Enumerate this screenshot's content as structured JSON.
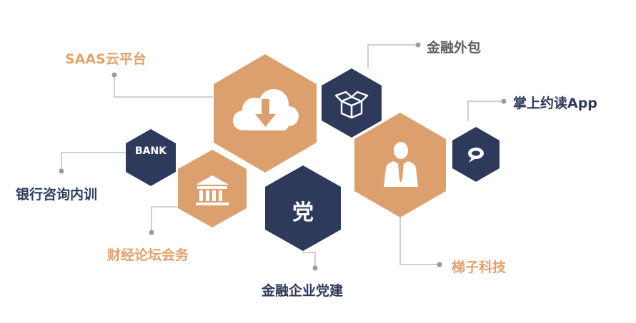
{
  "diagram": {
    "colors": {
      "orange": "#dca06f",
      "navy": "#2e3a5c",
      "connector": "#b5b5b5",
      "dot": "#9a9a9a"
    },
    "labels": {
      "saas": "SAAS云平台",
      "finance_outsource": "金融外包",
      "reading_app": "掌上约读App",
      "bank_training": "银行咨询内训",
      "forum": "财经论坛会务",
      "party_building": "金融企业党建",
      "tizi_tech": "梯子科技"
    },
    "hex_text": {
      "bank": "BANK",
      "party": "党"
    },
    "icons": {
      "cloud": "cloud-download-icon",
      "box": "open-box-icon",
      "bank": "bank-building-icon",
      "person": "businessman-icon",
      "chat": "chat-bubble-icon"
    }
  }
}
